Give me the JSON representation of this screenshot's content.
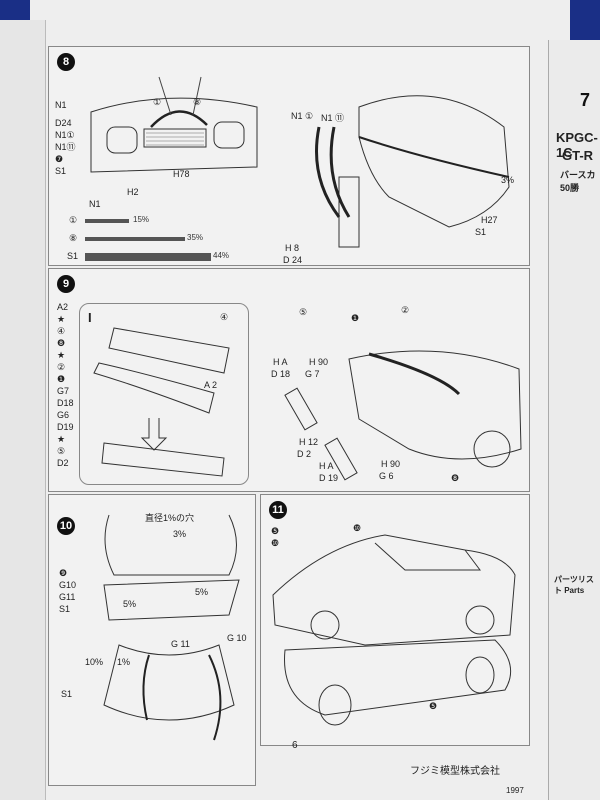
{
  "page": {
    "page_number": "6",
    "publisher": "フジミ模型株式会社",
    "year_fragment": "1997"
  },
  "side": {
    "step_number": "7",
    "model_line1": "KPGC-1C",
    "model_line2": "GT-R",
    "subtitle": "バースカ50勝",
    "parts_list": "パーツリスト Parts"
  },
  "step8": {
    "num": "8",
    "parts": [
      "N1",
      "D24",
      "N1①",
      "N1⑪",
      "❼",
      "S1"
    ],
    "paint_label": "N1",
    "bars": [
      {
        "code": "①",
        "pct": "15%",
        "fill": 0.15
      },
      {
        "code": "⑧",
        "pct": "35%",
        "fill": 0.35
      },
      {
        "code": "S1",
        "pct": "44%",
        "fill": 0.44
      }
    ],
    "labels": {
      "h2": "H2",
      "h78": "H78",
      "n1a": "N1 ①",
      "n1b": "N1 ⑪",
      "h8": "H 8",
      "d24": "D 24",
      "h27": "H27",
      "s1": "S1",
      "pct3": "3%",
      "c1": "①",
      "c8": "⑧"
    }
  },
  "step9": {
    "num": "9",
    "parts": [
      "A2",
      "★",
      "④",
      "❽",
      "★",
      "②",
      "❶",
      "G7",
      "D18",
      "G6",
      "D19",
      "★",
      "⑤",
      "D2"
    ],
    "sub": {
      "num": "I",
      "star4": "④",
      "a2": "A 2"
    },
    "labels": {
      "star5": "⑤",
      "star2": "②",
      "ha1": "H A",
      "d18": "D 18",
      "h90a": "H 90",
      "g7": "G 7",
      "h12": "H 12",
      "d2": "D 2",
      "ha2": "H A",
      "d19": "D 19",
      "h90b": "H 90",
      "g6": "G 6",
      "c1": "❶",
      "c8": "❽"
    }
  },
  "step10": {
    "num": "10",
    "note": "直径1%の穴",
    "parts": [
      "❾",
      "G10",
      "G11",
      "S1"
    ],
    "labels": {
      "pct3": "3%",
      "pct5a": "5%",
      "pct5b": "5%",
      "g11": "G 11",
      "g10": "G 10",
      "pct10": "10%",
      "pct1": "1%",
      "s1": "S1"
    }
  },
  "step11": {
    "num": "11",
    "parts": [
      "❺",
      "❿"
    ],
    "labels": {
      "c10": "❿",
      "c5": "❺"
    }
  }
}
